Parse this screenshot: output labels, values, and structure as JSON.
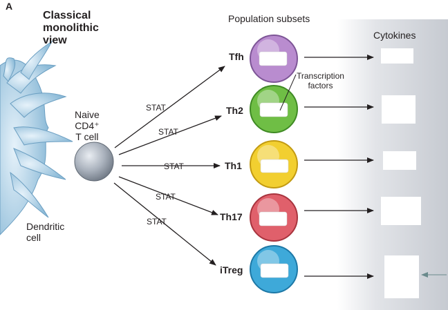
{
  "panel_label": "A",
  "view_title_lines": [
    "Classical",
    "monolithic",
    "view"
  ],
  "naive_label_lines": [
    "Naive",
    "CD4⁺",
    "T cell"
  ],
  "dendritic_label_lines": [
    "Dendritic",
    "cell"
  ],
  "population_header": "Population subsets",
  "cytokines_header": "Cytokines",
  "transcription_label_lines": [
    "Transcription",
    "factors"
  ],
  "stat_labels": [
    "STAT",
    "STAT",
    "STAT",
    "STAT",
    "STAT"
  ],
  "subsets": [
    {
      "name": "Tfh",
      "color": "#b98ccf"
    },
    {
      "name": "Th2",
      "color": "#6fbe45"
    },
    {
      "name": "Th1",
      "color": "#f2cf30"
    },
    {
      "name": "Th17",
      "color": "#e0606b"
    },
    {
      "name": "iTreg",
      "color": "#3ea9d9"
    }
  ],
  "colors": {
    "cytokine_band": "#c9cdd4",
    "naive_cell": "#a6aeb9",
    "dendritic_cell": "#a9cfe6",
    "arrow": "#231f20"
  }
}
